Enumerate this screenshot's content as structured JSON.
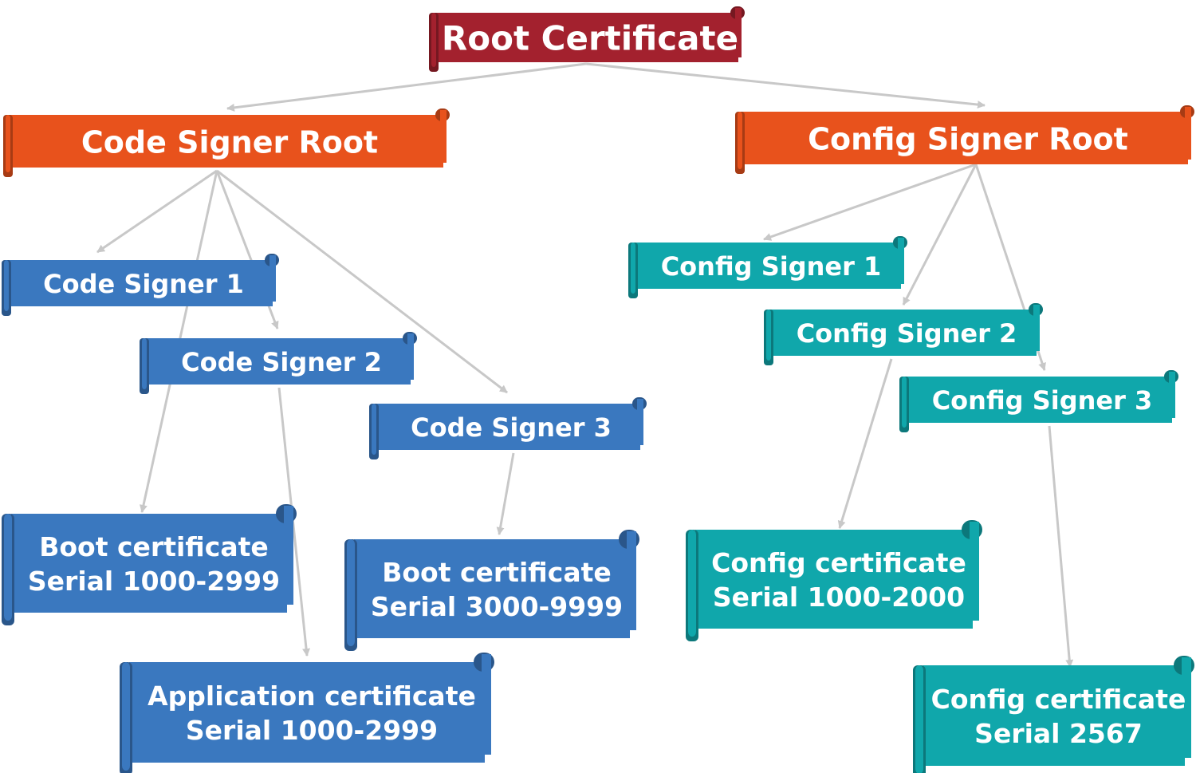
{
  "diagram": {
    "colors": {
      "root": "#a3212e",
      "signer_root": "#e8521c",
      "code": "#3a78bf",
      "config": "#10a7ab",
      "edge": "#c8c8c8",
      "text": "#ffffff"
    },
    "nodes": {
      "root_certificate": {
        "lines": [
          "Root Certificate"
        ]
      },
      "code_signer_root": {
        "lines": [
          "Code Signer Root"
        ]
      },
      "config_signer_root": {
        "lines": [
          "Config Signer Root"
        ]
      },
      "code_signer_1": {
        "lines": [
          "Code Signer 1"
        ]
      },
      "code_signer_2": {
        "lines": [
          "Code Signer 2"
        ]
      },
      "code_signer_3": {
        "lines": [
          "Code Signer 3"
        ]
      },
      "config_signer_1": {
        "lines": [
          "Config Signer 1"
        ]
      },
      "config_signer_2": {
        "lines": [
          "Config Signer 2"
        ]
      },
      "config_signer_3": {
        "lines": [
          "Config Signer 3"
        ]
      },
      "boot_cert_1": {
        "lines": [
          "Boot certificate",
          "Serial 1000-2999"
        ]
      },
      "boot_cert_2": {
        "lines": [
          "Boot certificate",
          "Serial 3000-9999"
        ]
      },
      "application_cert": {
        "lines": [
          "Application certificate",
          "Serial 1000-2999"
        ]
      },
      "config_cert_1": {
        "lines": [
          "Config certificate",
          "Serial 1000-2000"
        ]
      },
      "config_cert_2": {
        "lines": [
          "Config certificate",
          "Serial 2567"
        ]
      }
    },
    "edges": [
      [
        "root_certificate",
        "code_signer_root"
      ],
      [
        "root_certificate",
        "config_signer_root"
      ],
      [
        "code_signer_root",
        "code_signer_1"
      ],
      [
        "code_signer_root",
        "code_signer_2"
      ],
      [
        "code_signer_root",
        "code_signer_3"
      ],
      [
        "code_signer_root",
        "boot_cert_1"
      ],
      [
        "code_signer_2",
        "application_cert"
      ],
      [
        "code_signer_3",
        "boot_cert_2"
      ],
      [
        "config_signer_root",
        "config_signer_1"
      ],
      [
        "config_signer_root",
        "config_signer_2"
      ],
      [
        "config_signer_root",
        "config_signer_3"
      ],
      [
        "config_signer_2",
        "config_cert_1"
      ],
      [
        "config_signer_3",
        "config_cert_2"
      ]
    ]
  }
}
